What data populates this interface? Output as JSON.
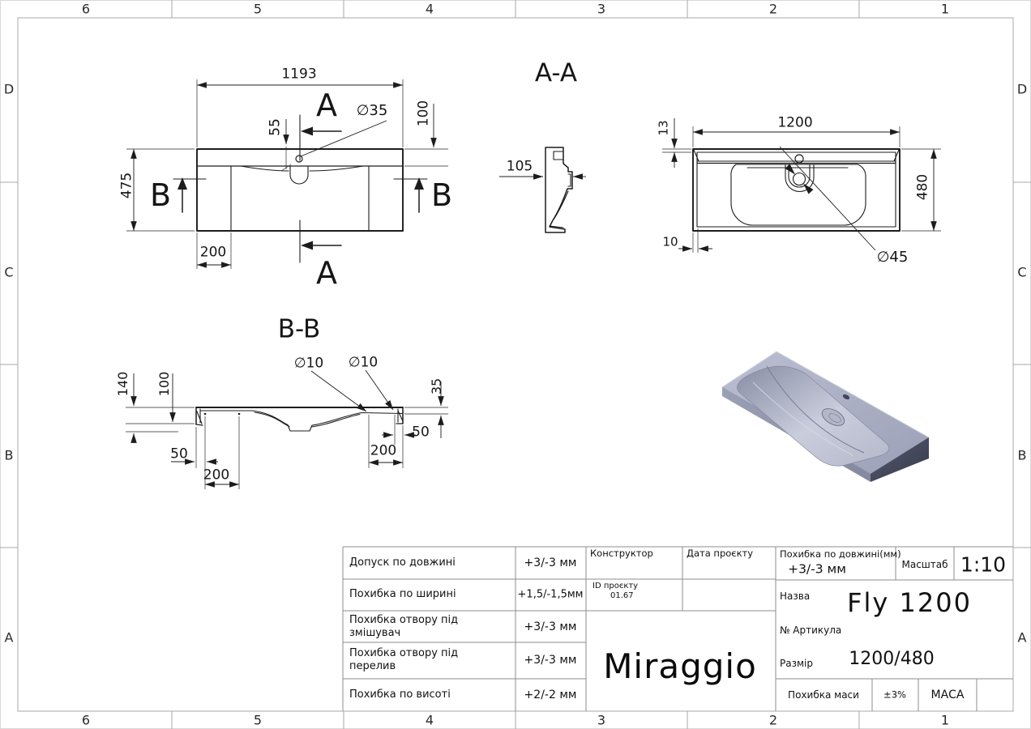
{
  "grid": {
    "columns": [
      "6",
      "5",
      "4",
      "3",
      "2",
      "1"
    ],
    "rows": [
      "D",
      "C",
      "B",
      "A"
    ]
  },
  "views": {
    "front": {
      "section_top": "A",
      "section_bottom": "A",
      "section_left": "B",
      "section_right": "B",
      "dim_width": "1193",
      "dim_height": "475",
      "dim_faucet_offset": "55",
      "dim_depth": "100",
      "dim_faucet_dia": "∅35",
      "dim_foot": "200"
    },
    "section_aa": {
      "title": "A-A",
      "dim_depth": "105"
    },
    "top": {
      "dim_width": "1200",
      "dim_rim": "13",
      "dim_height": "480",
      "dim_side": "10",
      "dim_drain_dia": "∅45"
    },
    "section_bb": {
      "title": "B-B",
      "dim_back_height": "140",
      "dim_wall_height": "100",
      "dim_hole_left": "∅10",
      "dim_hole_right": "∅10",
      "dim_front_height": "35",
      "dim_left_edge": "50",
      "dim_left_pitch": "200",
      "dim_right_pitch": "200",
      "dim_right_edge": "50"
    }
  },
  "title_block": {
    "tolerances": [
      {
        "label": "Допуск по довжині",
        "value": "+3/-3 мм"
      },
      {
        "label": "Похибка по ширині",
        "value": "+1,5/-1,5мм"
      },
      {
        "label": "Похибка отвору під змішувач",
        "value": "+3/-3 мм"
      },
      {
        "label": "Похибка отвору під перелив",
        "value": "+3/-3 мм"
      },
      {
        "label": "Похибка по висоті",
        "value": "+2/-2 мм"
      }
    ],
    "constructor_label": "Конструктор",
    "date_label": "Дата проєкту",
    "project_id_label": "ID проєкту",
    "project_id_value": "01.67",
    "logo": "Miraggio",
    "length_tol_label": "Похибка по довжині(мм)",
    "length_tol_value": "+3/-3 мм",
    "scale_label": "Масштаб",
    "scale_value": "1:10",
    "name_label": "Назва",
    "name_value": "Fly 1200",
    "article_label": "№ Артикула",
    "size_label": "Размір",
    "size_value": "1200/480",
    "mass_tol_label": "Похибка маси",
    "mass_tol_value": "±3%",
    "mass_label": "МАСА"
  },
  "colors": {
    "line": "#1c1c1c",
    "frame": "#9a9a9a",
    "model_top": "#b2b5c8",
    "model_front": "#9095aa",
    "model_end": "#474b5d"
  }
}
